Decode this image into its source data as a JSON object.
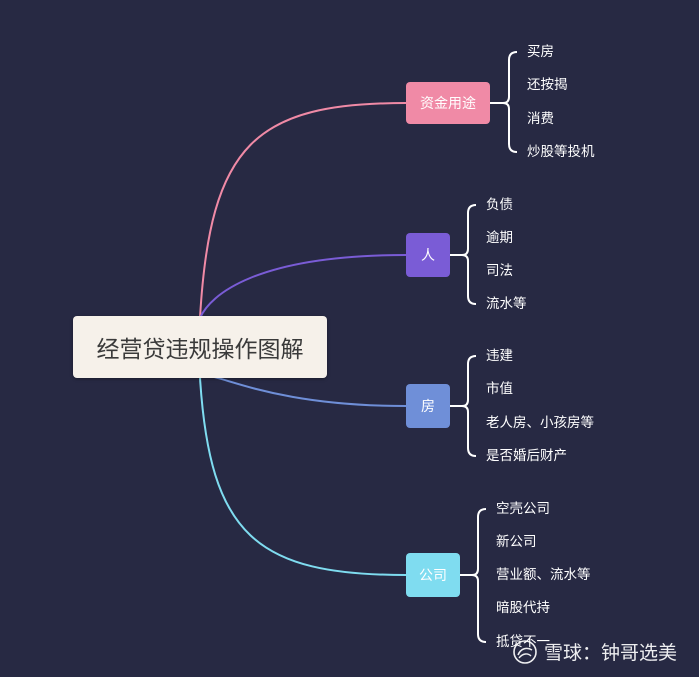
{
  "root": {
    "label": "经营贷违规操作图解"
  },
  "branches": [
    {
      "label": "资金用途",
      "color": "#f08aa6",
      "items": [
        "买房",
        "还按揭",
        "消费",
        "炒股等投机"
      ]
    },
    {
      "label": "人",
      "color": "#7a5cd6",
      "items": [
        "负债",
        "逾期",
        "司法",
        "流水等"
      ]
    },
    {
      "label": "房",
      "color": "#6f8fd8",
      "items": [
        "违建",
        "市值",
        "老人房、小孩房等",
        "是否婚后财产"
      ]
    },
    {
      "label": "公司",
      "color": "#7fdcf0",
      "items": [
        "空壳公司",
        "新公司",
        "营业额、流水等",
        "暗股代持",
        "抵贷不一"
      ]
    }
  ],
  "watermark": {
    "logo": "snowball-logo-icon",
    "text": "雪球：钟哥选美"
  }
}
